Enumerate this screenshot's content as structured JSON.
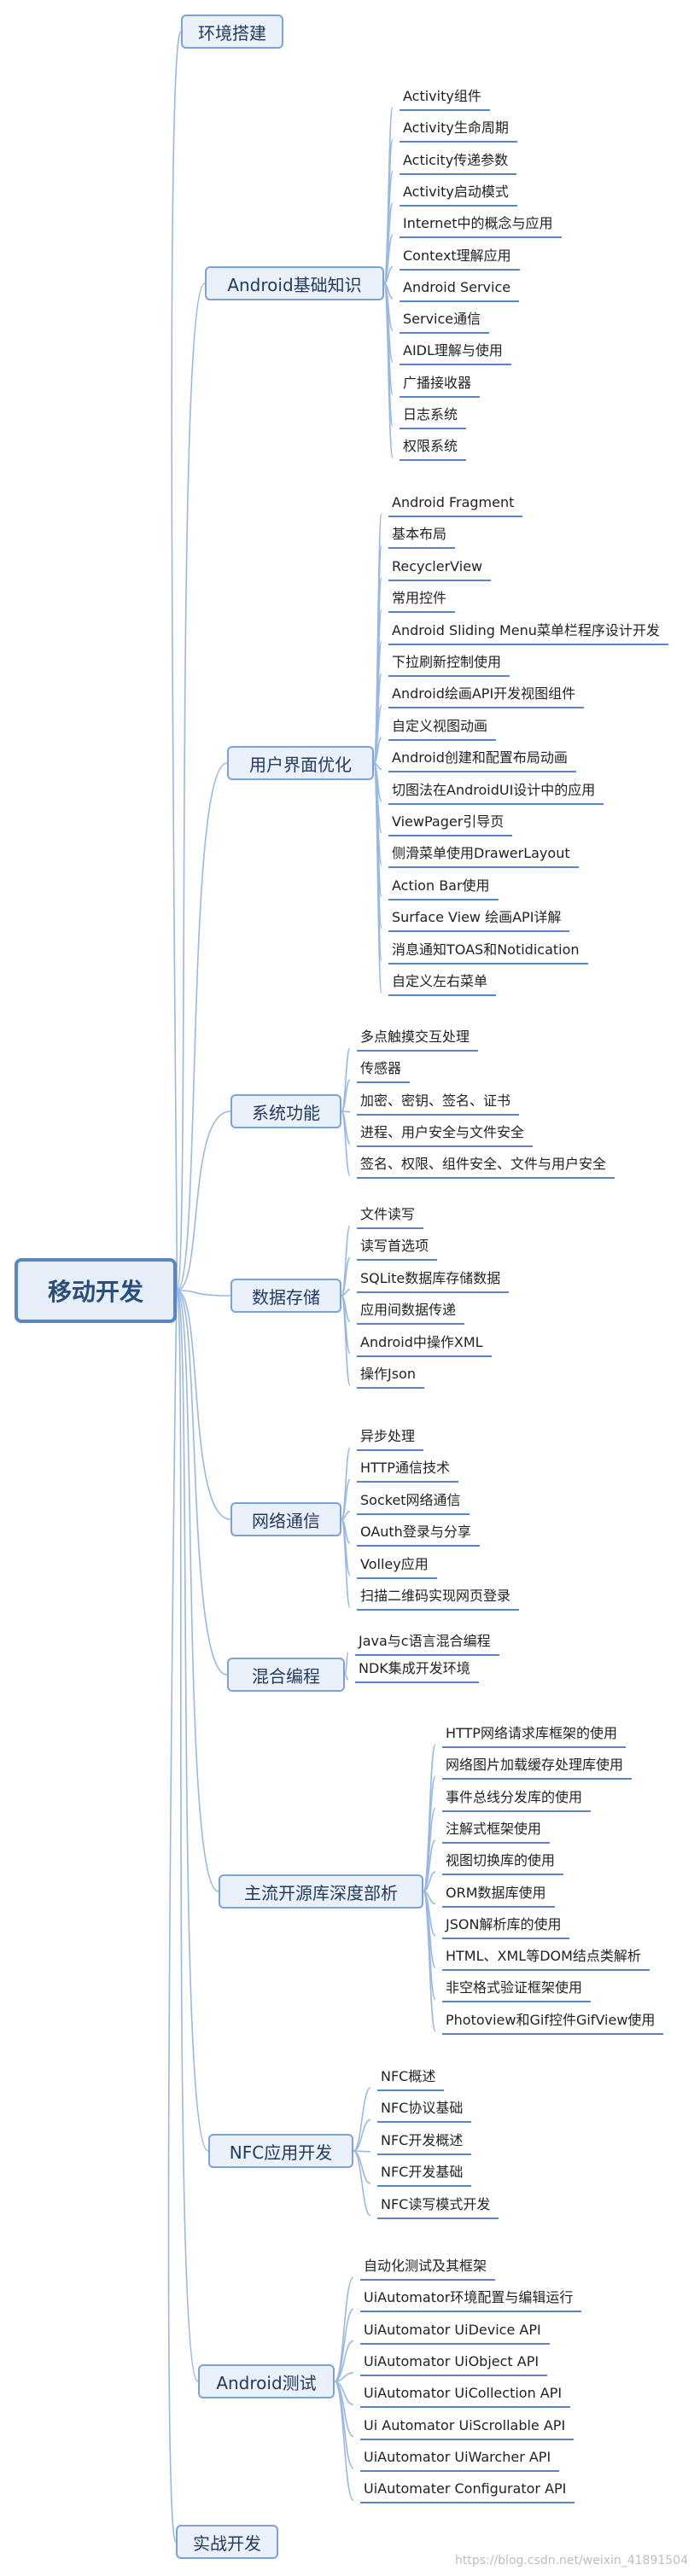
{
  "root": "移动开发",
  "branches": [
    {
      "label": "环境搭建",
      "items": []
    },
    {
      "label": "Android基础知识",
      "items": [
        "Activity组件",
        "Activity生命周期",
        "Acticity传递参数",
        "Activity启动模式",
        "Internet中的概念与应用",
        "Context理解应用",
        "Android Service",
        "Service通信",
        "AIDL理解与使用",
        "广播接收器",
        "日志系统",
        "权限系统"
      ]
    },
    {
      "label": "用户界面优化",
      "items": [
        "Android Fragment",
        "基本布局",
        "RecyclerView",
        "常用控件",
        "Android Sliding Menu菜单栏程序设计开发",
        "下拉刷新控制使用",
        "Android绘画API开发视图组件",
        "自定义视图动画",
        "Android创建和配置布局动画",
        "切图法在AndroidUI设计中的应用",
        "ViewPager引导页",
        "侧滑菜单使用DrawerLayout",
        "Action Bar使用",
        "Surface View 绘画API详解",
        "消息通知TOAS和Notidication",
        "自定义左右菜单"
      ]
    },
    {
      "label": "系统功能",
      "items": [
        "多点触摸交互处理",
        "传感器",
        "加密、密钥、签名、证书",
        "进程、用户安全与文件安全",
        "签名、权限、组件安全、文件与用户安全"
      ]
    },
    {
      "label": "数据存储",
      "items": [
        "文件读写",
        "读写首选项",
        "SQLite数据库存储数据",
        "应用间数据传递",
        "Android中操作XML",
        "操作Json"
      ]
    },
    {
      "label": "网络通信",
      "items": [
        "异步处理",
        "HTTP通信技术",
        "Socket网络通信",
        "OAuth登录与分享",
        "Volley应用",
        "扫描二维码实现网页登录"
      ]
    },
    {
      "label": "混合编程",
      "items": [
        "Java与c语言混合编程",
        "NDK集成开发环境"
      ]
    },
    {
      "label": "主流开源库深度部析",
      "items": [
        "HTTP网络请求库框架的使用",
        "网络图片加载缓存处理库使用",
        "事件总线分发库的使用",
        "注解式框架使用",
        "视图切换库的使用",
        "ORM数据库使用",
        "JSON解析库的使用",
        "HTML、XML等DOM结点类解析",
        "非空格式验证框架使用",
        "Photoview和Gif控件GifView使用"
      ]
    },
    {
      "label": "NFC应用开发",
      "items": [
        "NFC概述",
        "NFC协议基础",
        "NFC开发概述",
        "NFC开发基础",
        "NFC读写模式开发"
      ]
    },
    {
      "label": "Android测试",
      "items": [
        "自动化测试及其框架",
        "UiAutomator环境配置与编辑运行",
        "UiAutomator UiDevice API",
        "UiAutomator UiObject API",
        "UiAutomator UiCollection API",
        "Ui Automator UiScrollable API",
        "UiAutomator UiWarcher API",
        "UiAutomater Configurator API"
      ]
    },
    {
      "label": "实战开发",
      "items": []
    }
  ],
  "colors": {
    "root_border": "#5a86c2",
    "branch_border": "#7da2d6",
    "connector": "#9ab8e3",
    "underline": "#5b84c4"
  },
  "watermark": "https://blog.csdn.net/weixin_41891504"
}
